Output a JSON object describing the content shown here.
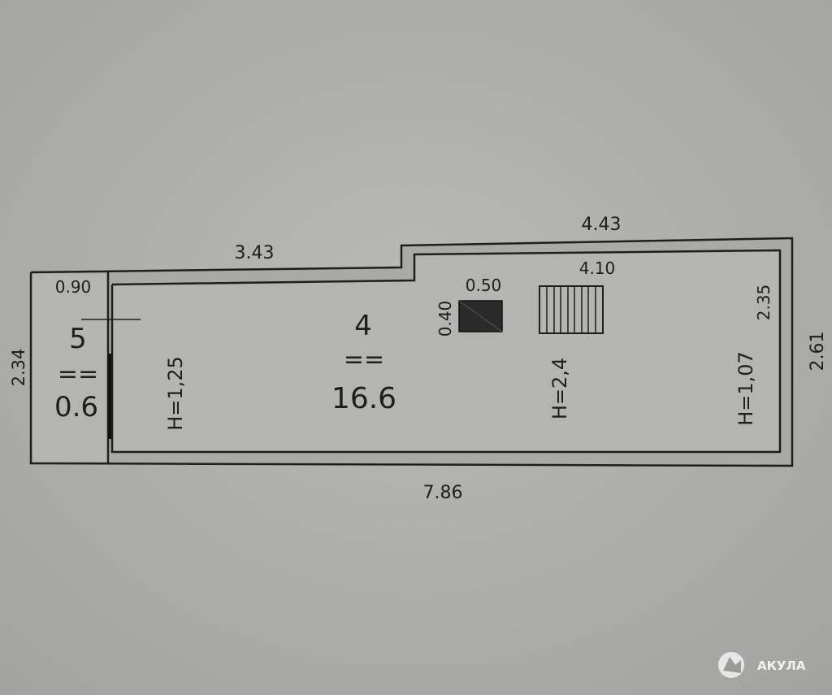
{
  "plan": {
    "dimensions": {
      "top_right": "4.43",
      "top_left": "3.43",
      "room5_width": "0.90",
      "room5_height": "2.34",
      "bottom": "7.86",
      "right_outer": "2.61",
      "right_inner": "2.35",
      "inner_top": "4.10",
      "column_width": "0.50",
      "column_depth": "0.40"
    },
    "rooms": [
      {
        "number": "5",
        "separator": "==",
        "area": "0.6"
      },
      {
        "number": "4",
        "separator": "==",
        "area": "16.6"
      }
    ],
    "heights": [
      "H=1,25",
      "H=2,4",
      "H=1,07"
    ]
  },
  "watermark": {
    "text": "АКУЛА"
  },
  "colors": {
    "background": "#b0b0ae",
    "line": "#1e1e1e",
    "column": "#2a2a2a"
  }
}
